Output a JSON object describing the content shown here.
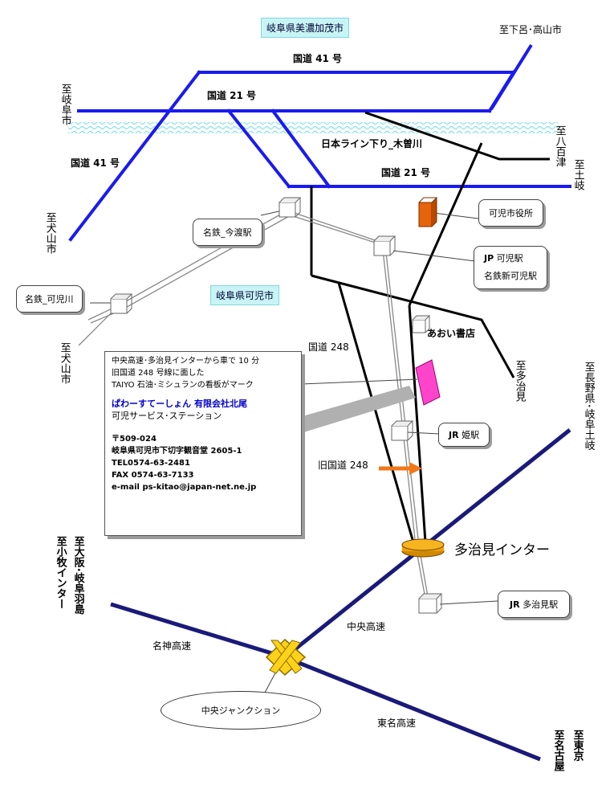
{
  "regions": {
    "minokamo": "岐阜県美濃加茂市",
    "kani": "岐阜県可児市"
  },
  "roads": {
    "route41_top": "国道 41 号",
    "route21_top": "国道 21 号",
    "route41_left": "国道 41 号",
    "route21_right": "国道 21 号",
    "kiso_river": "日本ライン下り_木曽川",
    "route248": "国道 248",
    "old_route248": "旧国道 248",
    "chuo_expressway": "中央高速",
    "meishin_expressway": "名神高速",
    "tomei_expressway": "東名高速"
  },
  "directions": {
    "gero_takayama": "至下呂･高山市",
    "gifu_city": "至岐阜市",
    "yaotsu": "至八百津",
    "toki_top": "至土岐",
    "inuyama_1": "至犬山市",
    "inuyama_2": "至犬山市",
    "tajimi": "至多治見",
    "nagano_toki": "至長野県･岐阜土岐",
    "osaka": "至大阪･岐阜羽島",
    "komaki": "至小牧インター",
    "tokyo": "至東京",
    "nagoya": "至名古屋"
  },
  "callouts": {
    "meitetsu_kanigawa": "名鉄_可児川",
    "meitetsu_imawatari": "名鉄_今渡駅",
    "kani_city_hall": "可児市役所",
    "jr_kani_prefix": "JP",
    "jr_kani_suffix": "可児駅",
    "meitetsu_shinkani": "名鉄新可児駅",
    "jr_himeeki_prefix": "JR",
    "jr_himeeki_suffix": "姫駅",
    "jr_tajimi_prefix": "JR",
    "jr_tajimi_suffix": "多治見駅",
    "aoi_bookstore": "あおい書店",
    "tajimi_ic": "多治見インター",
    "chuo_junction": "中央ジャンクション"
  },
  "info": {
    "line1": "中央高速･多治見インターから車で 10 分",
    "line2": "旧国道 248 号線に面した",
    "line3": "TAIYO 石油･ミシュランの看板がマーク",
    "company": "ぱわーすてーしょん  有限会社北尾",
    "station": "可児サービス･ステーション",
    "postal": "〒509-024",
    "address": "岐阜県可児市下切字観音堂 2605-1",
    "tel": "TEL0574-63-2481",
    "fax": "FAX 0574-63-7133",
    "email": "e-mail ps-kitao@japan-net.ne.jp"
  },
  "colors": {
    "national_road": "#1a1af0",
    "expressway": "#1a1a7a",
    "local_road": "#000000",
    "river": "#8fe8f0",
    "destination_marker": "#ff44cc",
    "city_hall": "#e8640a",
    "arrow": "#f07818",
    "interchange": "#f0a000",
    "junction": "#ffd21a"
  }
}
